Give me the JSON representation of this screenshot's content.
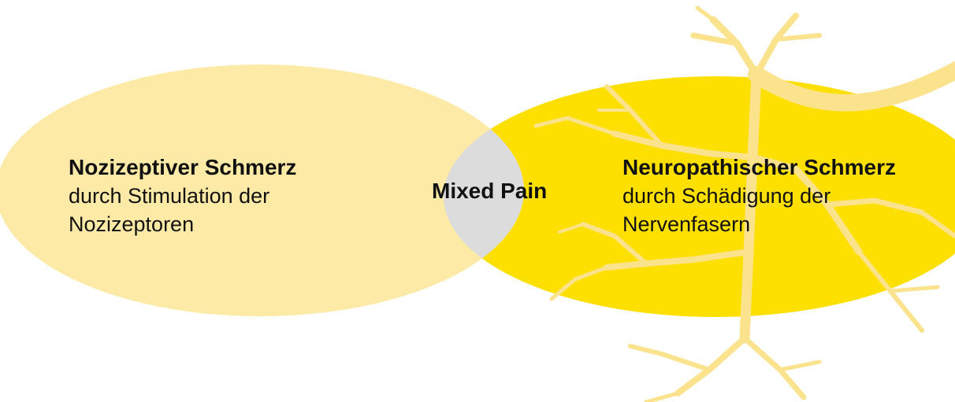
{
  "colors": {
    "nociceptive_ellipse": "#fdeaa6",
    "neuropathic_ellipse": "#fddf00",
    "overlap": "#dcdcdc",
    "nerve": "#fbe28c",
    "text": "#111111"
  },
  "diagram": {
    "left": {
      "title": "Nozizeptiver Schmerz",
      "line1": "durch Stimulation der",
      "line2": "Nozizeptoren"
    },
    "center": {
      "title": "Mixed Pain"
    },
    "right": {
      "title": "Neuropathischer Schmerz",
      "line1": "durch Schädigung der",
      "line2": "Nervenfasern"
    }
  }
}
